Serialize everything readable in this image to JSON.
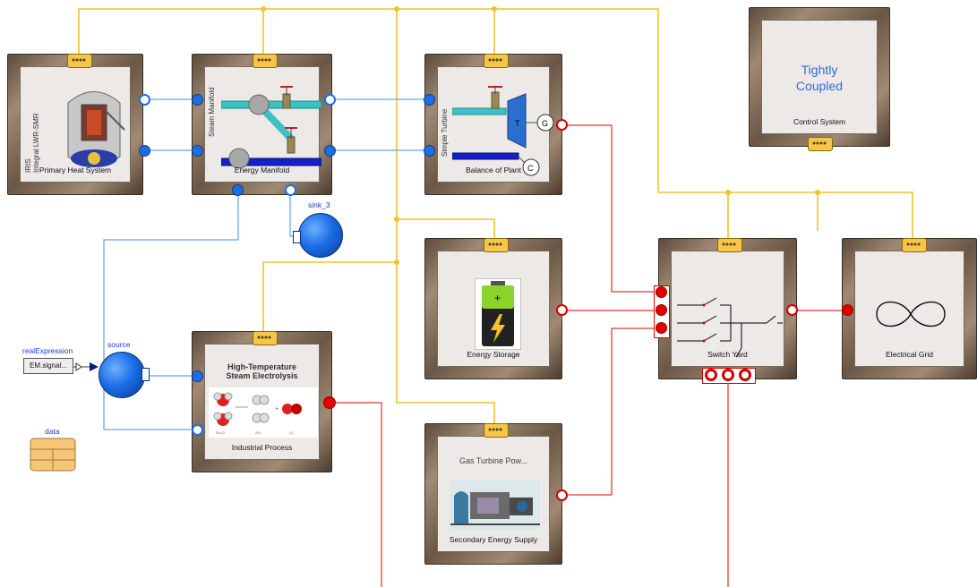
{
  "colors": {
    "bus": "#f5c12a",
    "fluid": "#3a8fe8",
    "electric": "#e00000",
    "block_frame": "#6b5746"
  },
  "blocks": {
    "primary_heat": {
      "label": "Primary Heat System",
      "vertical_label": "IRIS\nIntegral LWR-SMR",
      "icon": "reactor-vessel-icon"
    },
    "energy_manifold": {
      "label": "Energy Manifold",
      "vertical_label": "Steam Manifold",
      "icon": "manifold-pipes-icon"
    },
    "balance_of_plant": {
      "label": "Balance of Plant",
      "vertical_label": "Simple Turbine",
      "icon": "turbine-generator-icon",
      "turbine_letter": "T",
      "generator_letter": "G",
      "condenser_letter": "C"
    },
    "control_system": {
      "label": "Control System",
      "title": "Tightly\nCoupled"
    },
    "energy_storage": {
      "label": "Energy Storage",
      "icon": "battery-icon"
    },
    "switch_yard": {
      "label": "Switch Yard",
      "icon": "switches-icon"
    },
    "electrical_grid": {
      "label": "Electrical Grid",
      "icon": "infinity-grid-icon"
    },
    "industrial_process": {
      "label": "Industrial Process",
      "title": "High-Temperature\nSteam Electrolysis",
      "icon": "electrolysis-molecules-icon"
    },
    "secondary_energy": {
      "label": "Secondary Energy Supply",
      "title": "Gas Turbine Pow...",
      "icon": "gas-turbine-icon"
    }
  },
  "components": {
    "sink_label": "sink_3",
    "source_label": "source",
    "real_expression_label": "realExpression",
    "real_expression_value": "EM.signal...",
    "data_label": "data"
  }
}
